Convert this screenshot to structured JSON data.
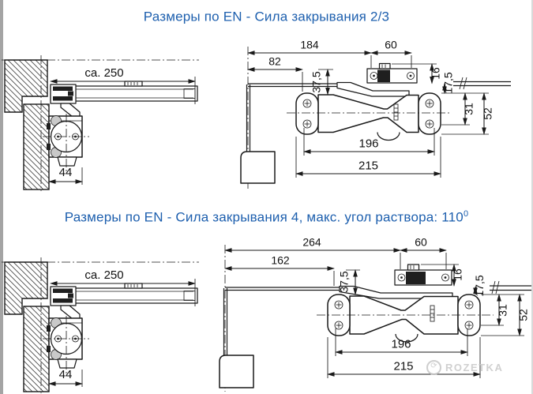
{
  "page": {
    "background": "#ffffff",
    "title_color": "#1d5fae",
    "line_color": "#1a1a1a",
    "left_strip_color": "#a4a4a4",
    "right_strip_color": "#d9d9d9"
  },
  "sections": [
    {
      "title": "Размеры по EN - Сила закрывания 2/3",
      "title_superscript": "",
      "side_view": {
        "overall_projection": "ca. 250",
        "body_depth": "44"
      },
      "front_view": {
        "arm_total": "184",
        "axis_to_body": "82",
        "bracket_length": "60",
        "arm_drop": "37,5",
        "bracket_height": "16",
        "offset": "17,5",
        "screw_spacing": "31",
        "body_height": "52",
        "hole_spacing": "196",
        "body_length": "215"
      }
    },
    {
      "title": "Размеры по EN - Сила закрывания 4, макс. угол раствора: 110",
      "title_superscript": "0",
      "side_view": {
        "overall_projection": "ca. 250",
        "body_depth": "44"
      },
      "front_view": {
        "arm_total": "264",
        "axis_to_body": "162",
        "bracket_length": "60",
        "arm_drop": "37,5",
        "bracket_height": "16",
        "offset": "17,5",
        "screw_spacing": "31",
        "body_height": "52",
        "hole_spacing": "196",
        "body_length": "215"
      }
    }
  ],
  "watermark": {
    "icon": "circular-arrow-icon",
    "text": "ROZETKA"
  }
}
